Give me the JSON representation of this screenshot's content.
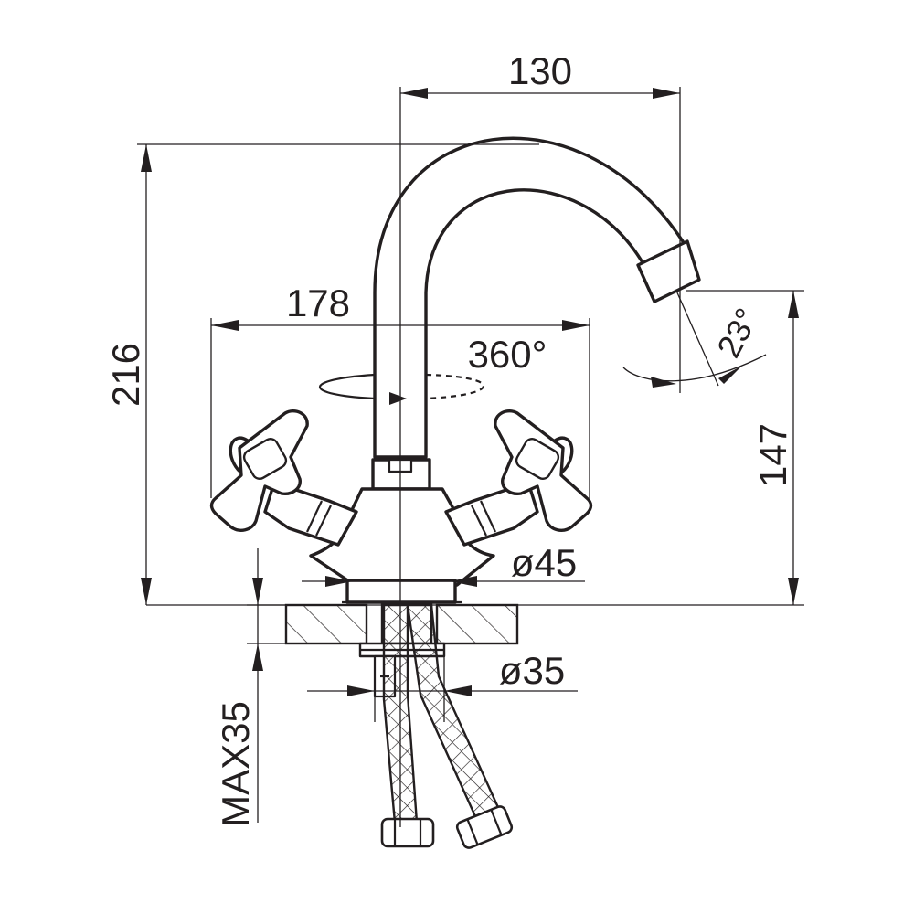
{
  "dimensions": {
    "spout_reach": "130",
    "handle_span": "178",
    "total_height": "216",
    "rotation": "360°",
    "tilt_angle": "23°",
    "spout_height": "147",
    "base_diameter": "ø45",
    "shank_diameter": "ø35",
    "max_thickness": "MAX35"
  },
  "colors": {
    "line": "#231f20",
    "background": "#ffffff"
  }
}
